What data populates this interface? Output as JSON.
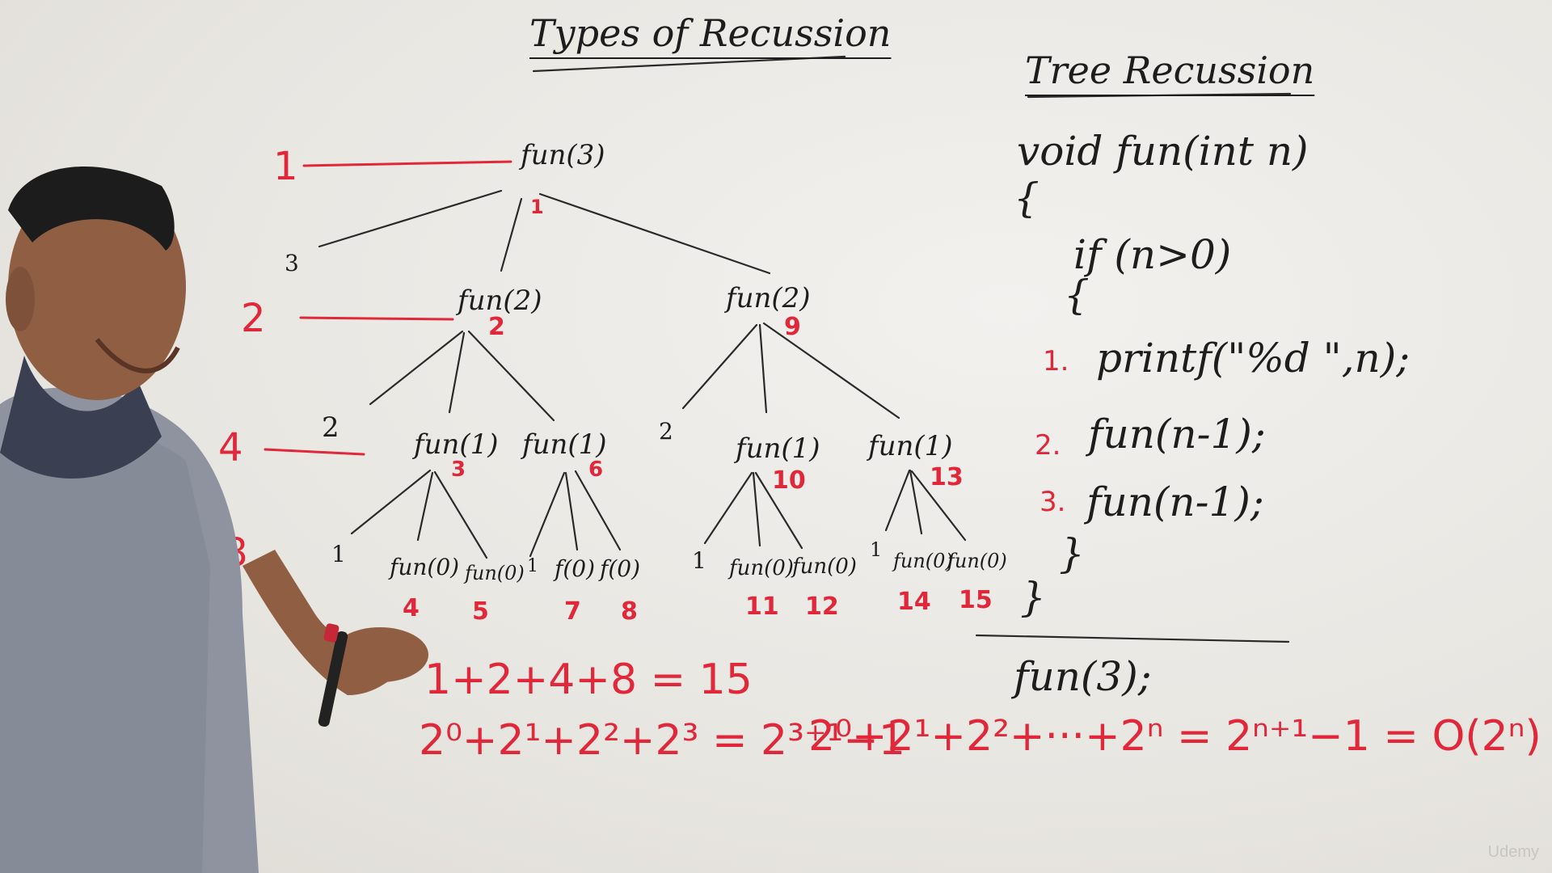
{
  "title": "Types of Recussion",
  "subtitle": "Tree Recussion",
  "tree": {
    "root": "fun(3)",
    "level2": [
      "fun(2)",
      "fun(2)"
    ],
    "level3": [
      "fun(1)",
      "fun(1)",
      "fun(1)",
      "fun(1)"
    ],
    "level4_labels": [
      "fun(0)",
      "fun(0)",
      "f(0)",
      "f(0)",
      "fun(0)",
      "fun(0)",
      "fun(0)",
      "fun(0)"
    ],
    "prints": [
      "3",
      "2",
      "2",
      "1",
      "1",
      "1",
      "1"
    ],
    "order_numbers": [
      "1",
      "2",
      "3",
      "4",
      "5",
      "6",
      "7",
      "8",
      "9",
      "10",
      "11",
      "12",
      "13",
      "14",
      "15"
    ]
  },
  "level_counts": [
    "1",
    "2",
    "4",
    "8"
  ],
  "code": {
    "line1": "void fun(int n)",
    "open1": "{",
    "line2": "if (n>0)",
    "open2": "{",
    "step1_num": "1.",
    "step1": "printf(\"%d \",n);",
    "step2_num": "2.",
    "step2": "fun(n-1);",
    "step3_num": "3.",
    "step3": "fun(n-1);",
    "close2": "}",
    "close1": "}",
    "call": "fun(3);"
  },
  "equations": {
    "sum": "1+2+4+8 = 15",
    "geo_left": "2⁰+2¹+2²+2³ = 2³⁺¹−1",
    "geo_right": "2⁰+2¹+2²+···+2ⁿ = 2ⁿ⁺¹−1 = O(2ⁿ)"
  },
  "watermark": "Udemy"
}
